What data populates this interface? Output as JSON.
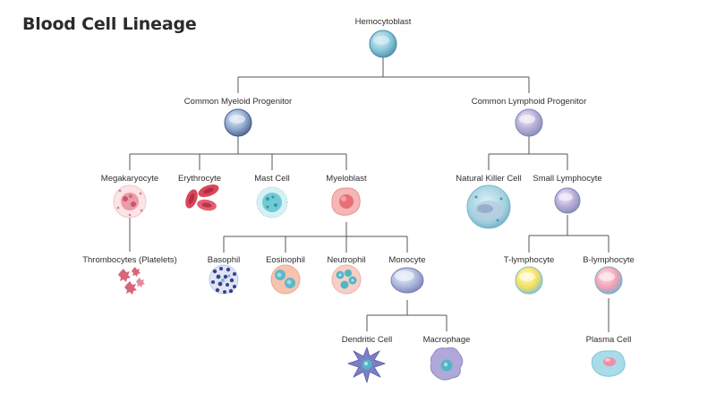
{
  "title": "Blood Cell Lineage",
  "nodes": {
    "hemocytoblast": "Hemocytoblast",
    "common_myeloid": "Common Myeloid Progenitor",
    "common_lymphoid": "Common Lymphoid Progenitor",
    "megakaryocyte": "Megakaryocyte",
    "erythrocyte": "Erythrocyte",
    "mast_cell": "Mast Cell",
    "myeloblast": "Myeloblast",
    "natural_killer": "Natural Killer Cell",
    "small_lymphocyte": "Small Lymphocyte",
    "thrombocytes": "Thrombocytes (Platelets)",
    "basophil": "Basophil",
    "eosinophil": "Eosinophil",
    "neutrophil": "Neutrophil",
    "monocyte": "Monocyte",
    "t_lymphocyte": "T-lymphocyte",
    "b_lymphocyte": "B-lymphocyte",
    "dendritic": "Dendritic Cell",
    "macrophage": "Macrophage",
    "plasma": "Plasma Cell"
  },
  "colors": {
    "line": "#555555",
    "stem_cell": "#7fc4d6",
    "myeloid_cell": "#8aa6c9",
    "lymphoid_cell": "#b6a9d4",
    "red_cell": "#d8475a",
    "platelet": "#d9657a",
    "basophil_granule": "#3a3f8f",
    "eosinophil_cell": "#f3b9a3",
    "t_cell": "#f5e26a",
    "b_cell": "#f2a3b4",
    "plasma_cell": "#a9dbe8"
  }
}
